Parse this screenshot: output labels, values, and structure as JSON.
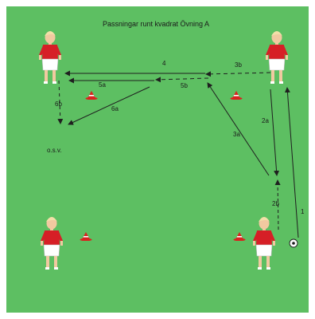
{
  "diagram": {
    "title": "Passningar runt kvadrat Övning A",
    "colors": {
      "pitch": "#5dbf62",
      "pass_line": "#1f1f1f",
      "cone": "#d9231f",
      "shirt": "#d61f26",
      "shorts": "#ffffff",
      "skin": "#f1c9a0",
      "hair": "#f2dfa8"
    },
    "labels": {
      "l4": "4",
      "l3b": "3b",
      "l5a": "5a",
      "l5b": "5b",
      "l6a": "6a",
      "l6b": "6b",
      "l2a": "2a",
      "l3a": "3a",
      "l2b": "2b",
      "l1": "1",
      "osv": "o.s.v."
    }
  }
}
